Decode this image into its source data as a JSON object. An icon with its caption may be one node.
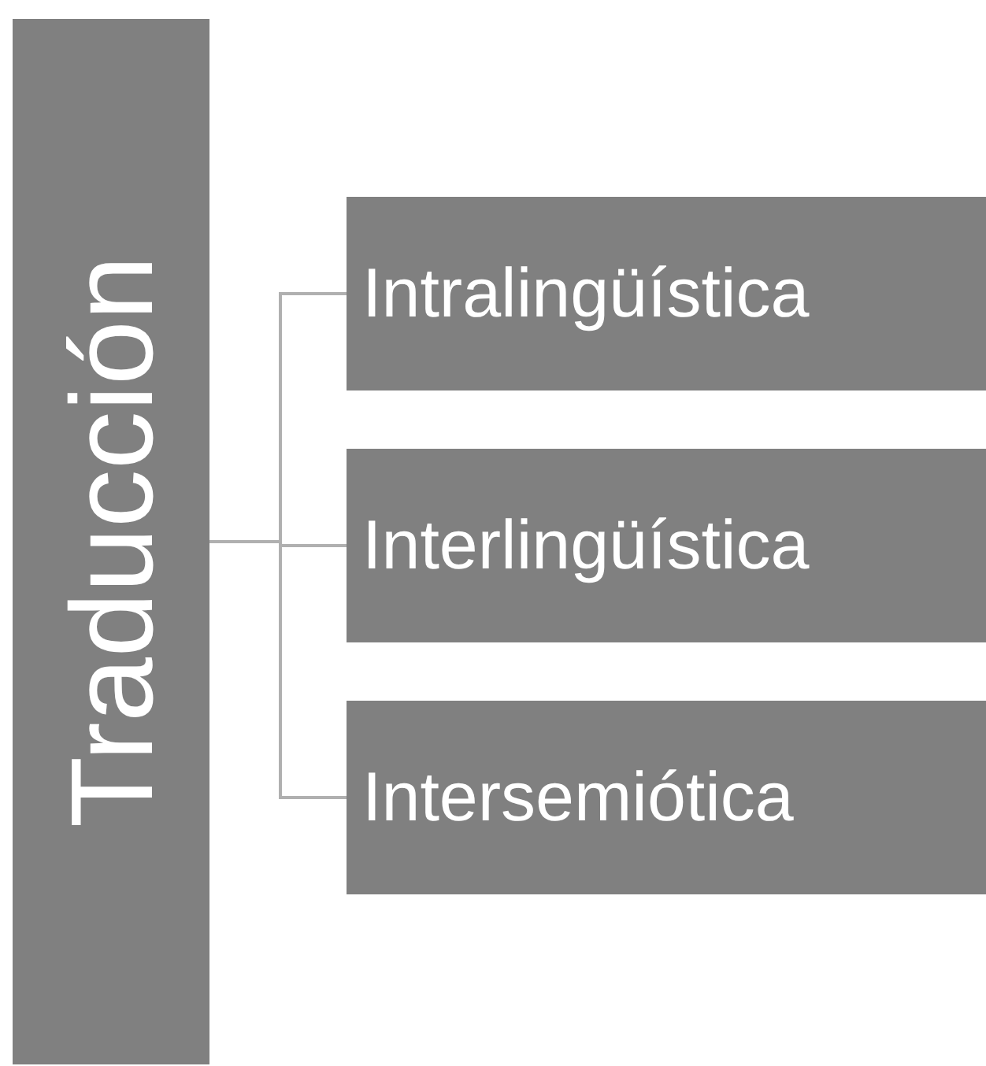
{
  "diagram": {
    "nodes": [
      {
        "text": [
          "Traducción"
        ]
      },
      {
        "text": [
          "Intralingüística"
        ]
      },
      {
        "text": [
          "Interlingüística"
        ]
      },
      {
        "text": [
          "Intersemiótica"
        ]
      }
    ],
    "edges": [
      {
        "from": 0,
        "to": 1,
        "arrow": "none"
      },
      {
        "from": 0,
        "to": 2,
        "arrow": "none"
      },
      {
        "from": 0,
        "to": 3,
        "arrow": "none"
      }
    ]
  }
}
